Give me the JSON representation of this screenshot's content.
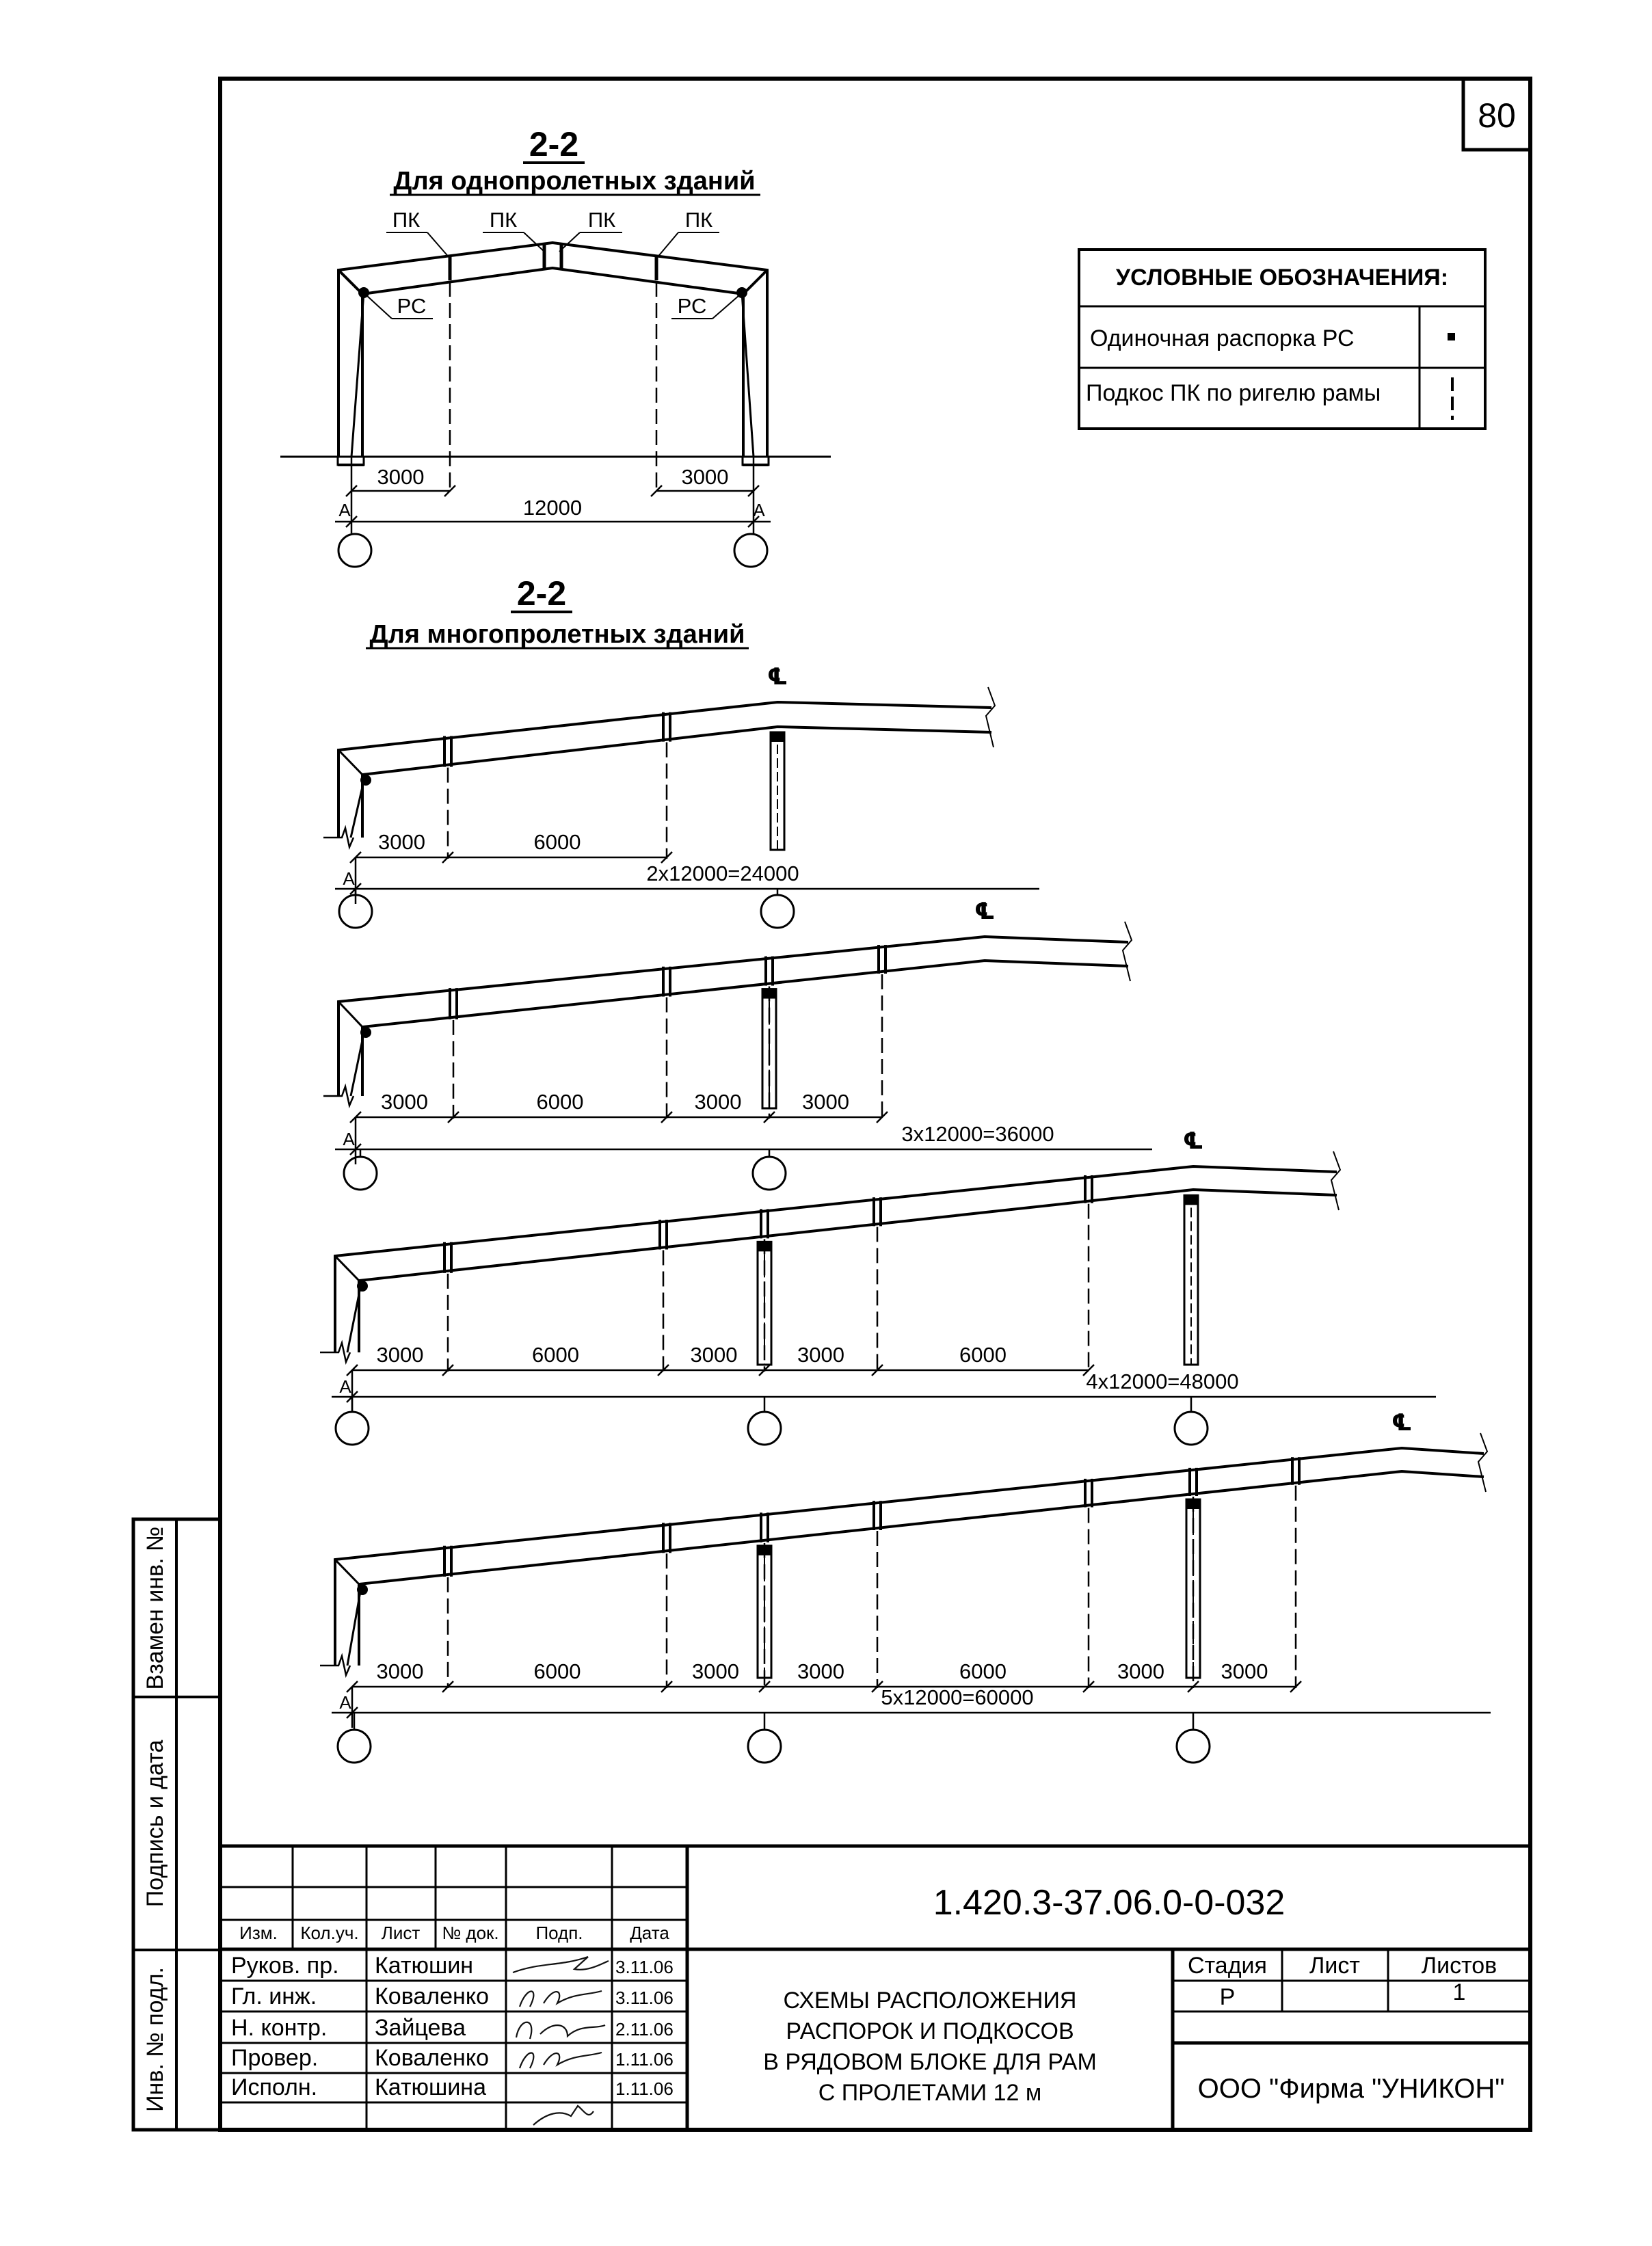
{
  "sheet_number": "80",
  "legend": {
    "title": "УСЛОВНЫЕ ОБОЗНАЧЕНИЯ:",
    "rows": [
      {
        "label": "Одиночная распорка РС",
        "symbol": "square-dot-icon"
      },
      {
        "label": "Подкос ПК по ригелю рамы",
        "symbol": "dashed-vertical-icon"
      }
    ]
  },
  "section_single": {
    "mark": "2-2",
    "title": "Для однопролетных зданий",
    "pk_label": "ПК",
    "rc_label": "РС",
    "dims": {
      "left": "3000",
      "right": "3000",
      "total": "12000"
    },
    "axis_label": "А"
  },
  "section_multi": {
    "mark": "2-2",
    "title": "Для многопролетных зданий",
    "axis_label": "А",
    "frames": [
      {
        "dims": [
          "3000",
          "6000"
        ],
        "total": "2x12000=24000"
      },
      {
        "dims": [
          "3000",
          "6000",
          "3000",
          "3000"
        ],
        "total": "3x12000=36000"
      },
      {
        "dims": [
          "3000",
          "6000",
          "3000",
          "3000",
          "6000"
        ],
        "total": "4x12000=48000"
      },
      {
        "dims": [
          "3000",
          "6000",
          "3000",
          "3000",
          "6000",
          "3000",
          "3000"
        ],
        "total": "5x12000=60000"
      }
    ]
  },
  "side_stamp": {
    "replaced_inv": "Взамен инв. №",
    "signature_date": "Подпись и дата",
    "inv_orig": "Инв. № подл."
  },
  "title_block": {
    "code": "1.420.3-37.06.0-0-032",
    "header_cols": [
      "Изм.",
      "Кол.уч.",
      "Лист",
      "№ док.",
      "Подп.",
      "Дата"
    ],
    "signers": [
      {
        "role": "Руков. пр.",
        "name": "Катюшин",
        "date": "3.11.06"
      },
      {
        "role": "Гл. инж.",
        "name": "Коваленко",
        "date": "3.11.06"
      },
      {
        "role": "Н. контр.",
        "name": "Зайцева",
        "date": "2.11.06"
      },
      {
        "role": "Провер.",
        "name": "Коваленко",
        "date": "1.11.06"
      },
      {
        "role": "Исполн.",
        "name": "Катюшина",
        "date": "1.11.06"
      }
    ],
    "drawing_title": [
      "СХЕМЫ РАСПОЛОЖЕНИЯ",
      "РАСПОРОК И ПОДКОСОВ",
      "В РЯДОВОМ БЛОКЕ ДЛЯ РАМ",
      "С ПРОЛЕТАМИ 12 м"
    ],
    "stage_label": "Стадия",
    "sheet_label": "Лист",
    "sheets_label": "Листов",
    "stage": "Р",
    "sheets": "1",
    "company": "ООО  \"Фирма \"УНИКОН\""
  }
}
